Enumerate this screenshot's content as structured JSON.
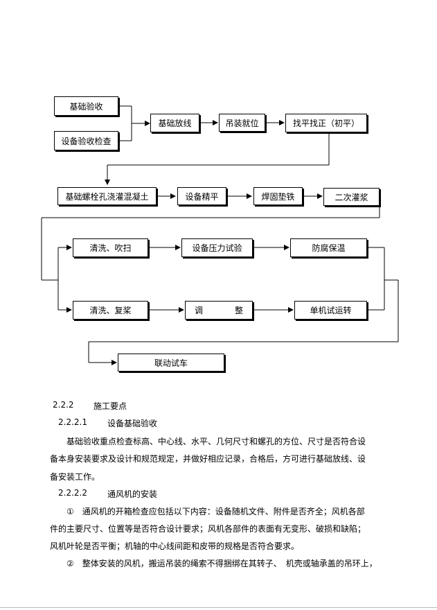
{
  "flowchart": {
    "n1": "基础验收",
    "n2": "设备验收检查",
    "n3": "基础放线",
    "n4": "吊装就位",
    "n5": "找平找正（初平）",
    "n6": "基础螺栓孔浇灌混凝土",
    "n7": "设备精平",
    "n8": "焊固垫铁",
    "n9": "二次灌浆",
    "n10": "清洗、吹扫",
    "n11": "设备压力试验",
    "n12": "防腐保温",
    "n13": "清洗、复桨",
    "n14a": "调",
    "n14b": "整",
    "n15": "单机试运转",
    "n16": "联动试车"
  },
  "doc": {
    "h1_num": "2.2.2",
    "h1_title": "施工要点",
    "h2a_num": "2.2.2.1",
    "h2a_title": "设备基础验收",
    "p1_l1": "基础验收重点检查标高、中心线、水平、几何尺寸和螺孔的方位、尺寸是否符合设",
    "p1_l2": "备本身安装要求及设计和规范规定，并做好相应记录，合格后，方可进行基础放线、设",
    "p1_l3": "备安装工作。",
    "h2b_num": "2.2.2.2",
    "h2b_title": "通风机的安装",
    "p2_l1": "①　通风机的开箱检查应包括以下内容：设备随机文件、附件是否齐全；风机各部",
    "p2_l2": "件的主要尺寸、位置等是否符合设计要求；风机各部件的表面有无变形、破损和缺陷；",
    "p2_l3": "风机叶轮是否平衡；机轴的中心线间距和皮带的规格是否符合要求。",
    "p3_l1": "②　整体安装的风机，搬运吊装的绳索不得捆绑在其转子、　机壳或轴承盖的吊环上，"
  }
}
